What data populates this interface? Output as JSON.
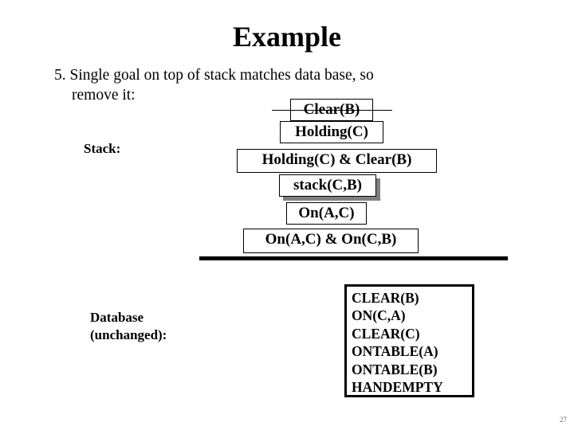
{
  "slide": {
    "title": "Example",
    "page_number": "27",
    "background_color": "#ffffff",
    "text_color": "#000000",
    "shadow_color": "#808080"
  },
  "bullet": {
    "line1": "5. Single goal on top of stack matches data base, so",
    "line2": "remove it:"
  },
  "labels": {
    "stack": "Stack:",
    "database": "Database\n(unchanged):"
  },
  "stack": {
    "items": [
      {
        "text": "Clear(B)",
        "struck": true,
        "shadowed": false
      },
      {
        "text": "Holding(C)",
        "struck": false,
        "shadowed": false
      },
      {
        "text": "Holding(C) & Clear(B)",
        "struck": false,
        "shadowed": false
      },
      {
        "text": "stack(C,B)",
        "struck": false,
        "shadowed": true
      },
      {
        "text": "On(A,C)",
        "struck": false,
        "shadowed": false
      },
      {
        "text": "On(A,C) & On(C,B)",
        "struck": false,
        "shadowed": false
      }
    ]
  },
  "database": {
    "entries": [
      "CLEAR(B)",
      "ON(C,A)",
      "CLEAR(C)",
      "ONTABLE(A)",
      "ONTABLE(B)",
      "HANDEMPTY"
    ]
  }
}
